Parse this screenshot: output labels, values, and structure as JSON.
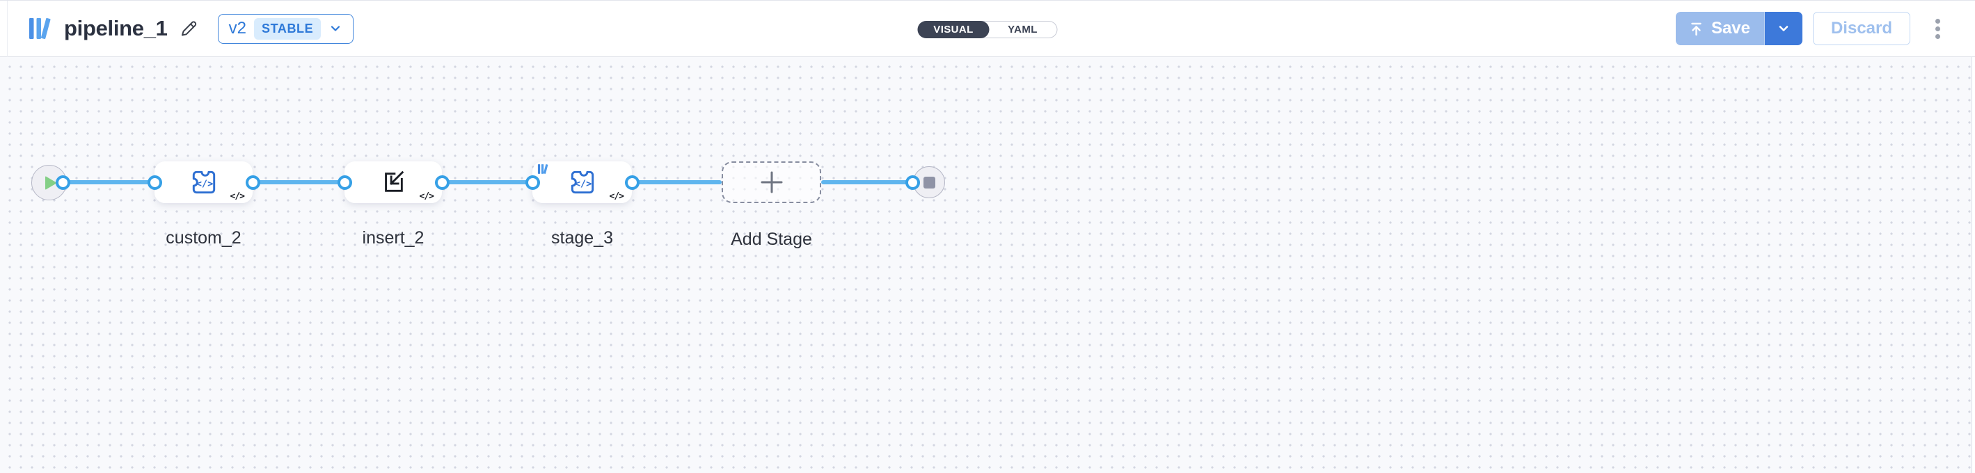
{
  "header": {
    "title": "pipeline_1",
    "version": {
      "label": "v2",
      "status_badge": "STABLE"
    },
    "view_toggle": {
      "active": "VISUAL",
      "options": [
        {
          "label": "VISUAL"
        },
        {
          "label": "YAML"
        }
      ]
    },
    "actions": {
      "save_label": "Save",
      "discard_label": "Discard"
    }
  },
  "canvas": {
    "code_glyph": "</>",
    "nodes": [
      {
        "id": "start",
        "type": "start-node"
      },
      {
        "id": "custom_2",
        "label": "custom_2",
        "type": "custom-function-stage"
      },
      {
        "id": "insert_2",
        "label": "insert_2",
        "type": "insert-stage"
      },
      {
        "id": "stage_3",
        "label": "stage_3",
        "type": "custom-function-stage",
        "badge": "pipeline-in"
      },
      {
        "id": "add_stage",
        "label": "Add Stage",
        "type": "add-stage-placeholder"
      },
      {
        "id": "end",
        "type": "end-node"
      }
    ],
    "colors": {
      "connection_line": "#5fb5ee",
      "port_ring": "#36a0e6",
      "node_icon_blue": "#2e6fd2",
      "play_green": "#84cf86",
      "stop_gray": "#8f93a6",
      "accent_blue": "#2e79d8",
      "canvas_bg": "#f8f9fc"
    }
  }
}
